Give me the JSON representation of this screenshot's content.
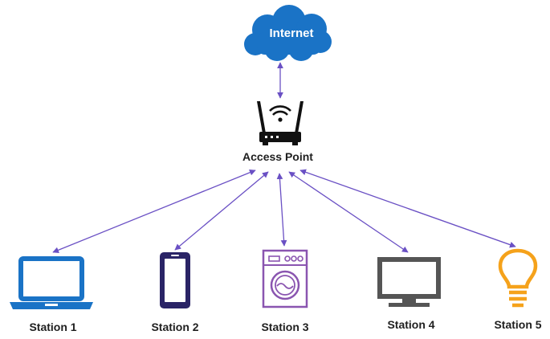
{
  "internet": {
    "label": "Internet",
    "icon": "cloud-icon",
    "color": "#1a73c6"
  },
  "access_point": {
    "label": "Access Point",
    "icon": "wifi-router-icon",
    "color": "#111111"
  },
  "stations": [
    {
      "label": "Station 1",
      "icon": "laptop-icon",
      "color": "#1a73c6"
    },
    {
      "label": "Station 2",
      "icon": "smartphone-icon",
      "color": "#2a2466"
    },
    {
      "label": "Station 3",
      "icon": "washing-machine-icon",
      "color": "#8a55b0"
    },
    {
      "label": "Station 4",
      "icon": "monitor-icon",
      "color": "#555555"
    },
    {
      "label": "Station 5",
      "icon": "light-bulb-icon",
      "color": "#f5a21b"
    }
  ],
  "link_color": "#6a50c4"
}
